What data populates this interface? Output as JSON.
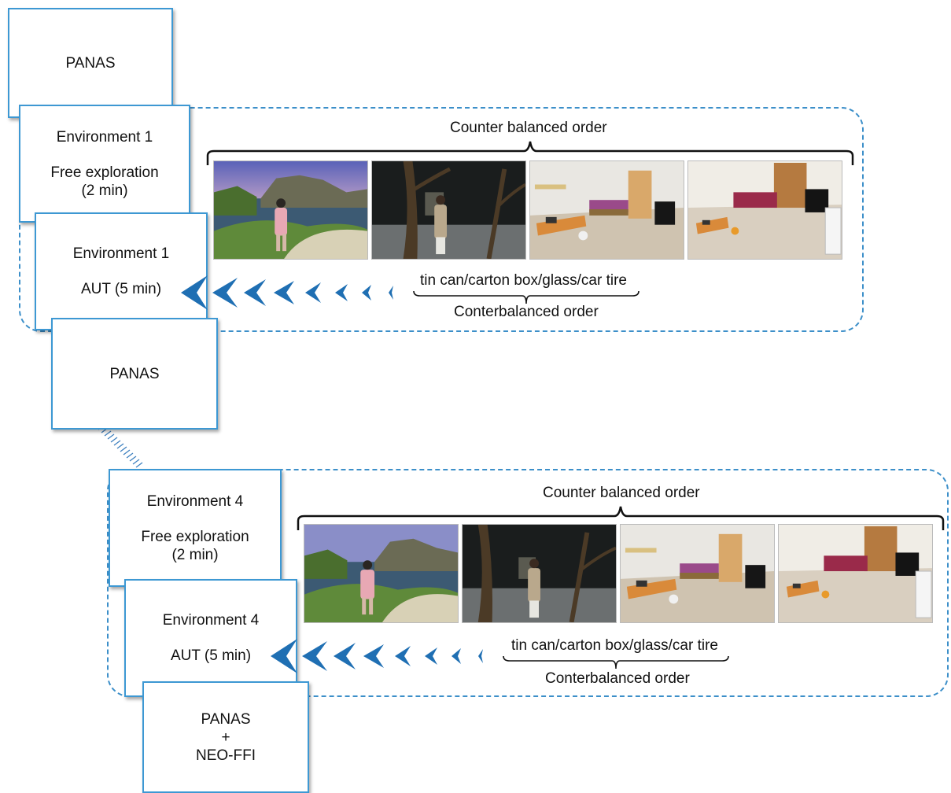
{
  "panas_top": "PANAS",
  "block1": {
    "free_title": "Environment 1",
    "free_desc_1": "Free exploration",
    "free_desc_2": "(2 min)",
    "aut_title": "Environment 1",
    "aut_desc": "AUT (5 min)",
    "order_top": "Counter balanced order",
    "objects": "tin can/carton box/glass/car tire",
    "order_bottom": "Conterbalanced order"
  },
  "panas_mid": "PANAS",
  "block2": {
    "free_title": "Environment 4",
    "free_desc_1": "Free exploration",
    "free_desc_2": "(2 min)",
    "aut_title": "Environment 4",
    "aut_desc": "AUT (5 min)",
    "order_top": "Counter balanced order",
    "objects": "tin can/carton box/glass/car tire",
    "order_bottom": "Conterbalanced order"
  },
  "final": {
    "line1": "PANAS",
    "line2": "+",
    "line3": "NEO-FFI"
  },
  "colors": {
    "accent": "#3d98d3",
    "arrow": "#1f6fb3",
    "dashed": "#3c8fc9"
  }
}
